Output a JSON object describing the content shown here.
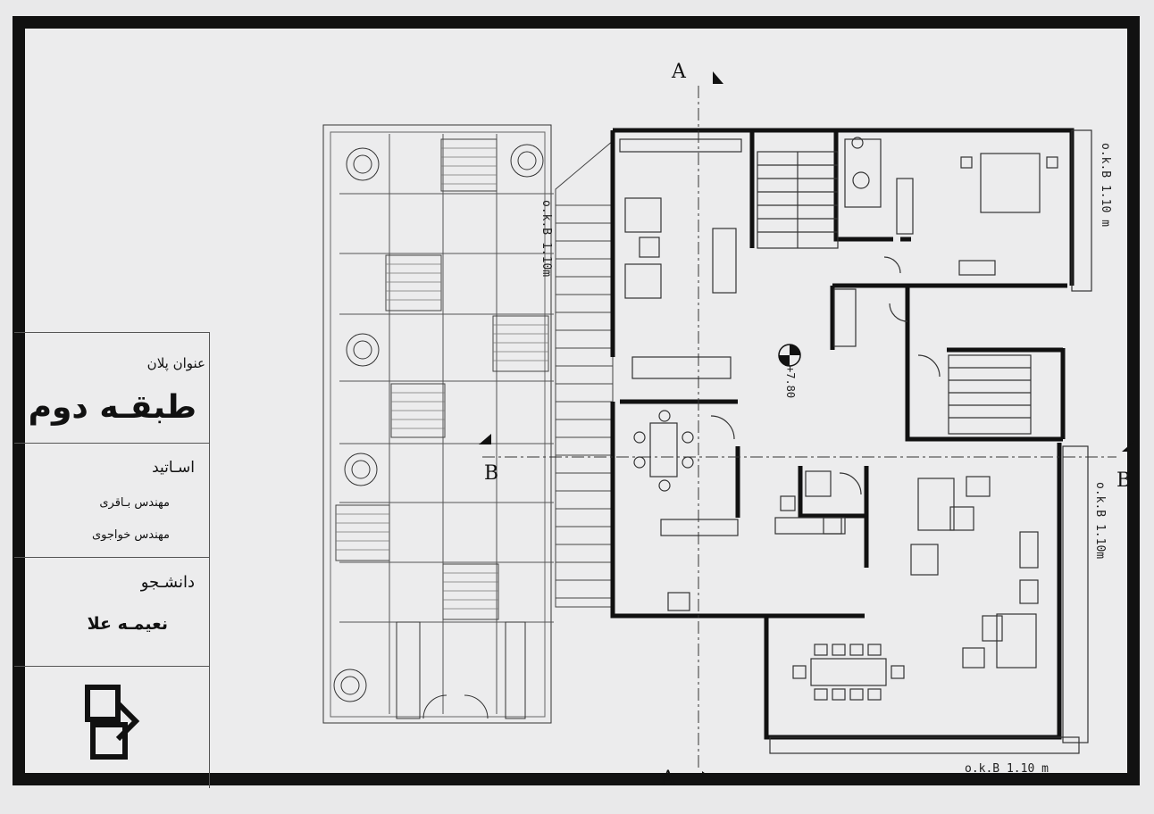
{
  "titleblock": {
    "plan_title_label": "عنوان پلان",
    "plan_title": "طبقـه دوم",
    "instructors_label": "اسـاتید",
    "instructor_1": "مهندس بـاقری",
    "instructor_2": "مهندس خواجوی",
    "student_label": "دانشـجو",
    "student_name": "نعیمـه علا"
  },
  "plan": {
    "elevation": "+7.80",
    "section_a": "A",
    "section_b": "B",
    "okb_notes": [
      "o.k.B 1.10 m",
      "o.k.B 1.10m",
      "o.k.B 1.10m",
      "o.k.B 1.10 m"
    ]
  },
  "colors": {
    "ink": "#111111",
    "paper": "#ececed",
    "border": "#111111"
  }
}
